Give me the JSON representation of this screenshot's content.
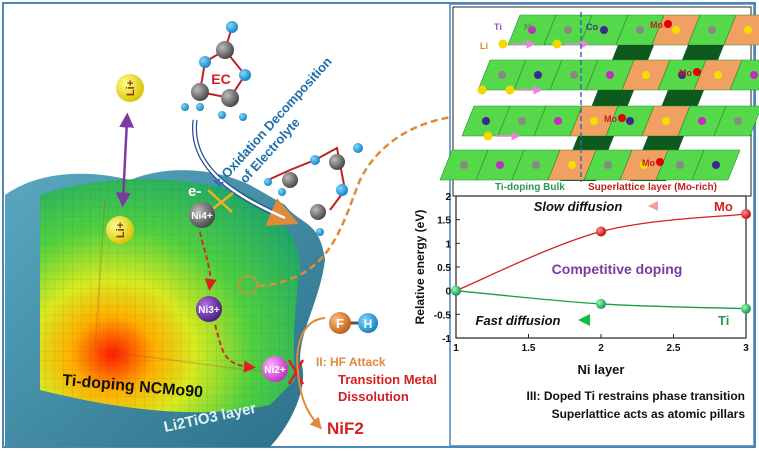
{
  "left": {
    "li_ion_top": "Li+",
    "li_ion_inner": "Li+",
    "ec_label": "EC",
    "step1_line1": "I: Oxidation Decomposition",
    "step1_line2": "of Electrolyte",
    "electron": "e-",
    "ni4": "Ni4+",
    "ni3": "Ni3+",
    "ni2": "Ni2+",
    "hf_f": "F",
    "hf_h": "H",
    "step2": "II: HF Attack",
    "tm_line1": "Transition Metal",
    "tm_line2": "Dissolution",
    "nif2": "NiF2",
    "bulk_label": "Ti-doping NCMo90",
    "coating_label": "Li2TiO3 layer"
  },
  "lattice": {
    "labels": {
      "ti": "Ti",
      "ni": "Ni",
      "co": "Co",
      "li": "Li",
      "mo": "Mo"
    },
    "bulk_label": "Ti-doping Bulk",
    "superlattice_label": "Superlattice layer (Mo-rich)"
  },
  "chart_data": {
    "type": "line",
    "xlabel": "Ni layer",
    "ylabel": "Relative energy (eV)",
    "xlim": [
      1,
      3
    ],
    "ylim": [
      -1,
      2
    ],
    "xticks": [
      "1",
      "1.5",
      "2",
      "2.5",
      "3"
    ],
    "yticks": [
      "-1",
      "-0.5",
      "0",
      "0.5",
      "1",
      "1.5",
      "2"
    ],
    "series": [
      {
        "name": "Mo",
        "x": [
          1,
          2,
          3
        ],
        "values": [
          0,
          1.25,
          1.62
        ],
        "color": "#d42020"
      },
      {
        "name": "Ti",
        "x": [
          1,
          2,
          3
        ],
        "values": [
          0,
          -0.28,
          -0.38
        ],
        "color": "#1a9a4a"
      }
    ],
    "annotations": {
      "slow": "Slow diffusion",
      "fast": "Fast diffusion",
      "center": "Competitive doping"
    }
  },
  "caption": {
    "line1": "III: Doped Ti restrains phase transition",
    "line2": "Superlattice acts as atomic pillars"
  },
  "colors": {
    "border": "#4a86b8",
    "blue_text": "#1f6ea8",
    "orange": "#e08a3a",
    "red": "#d42020",
    "purple": "#7a3aa0",
    "green": "#2a9a50"
  }
}
